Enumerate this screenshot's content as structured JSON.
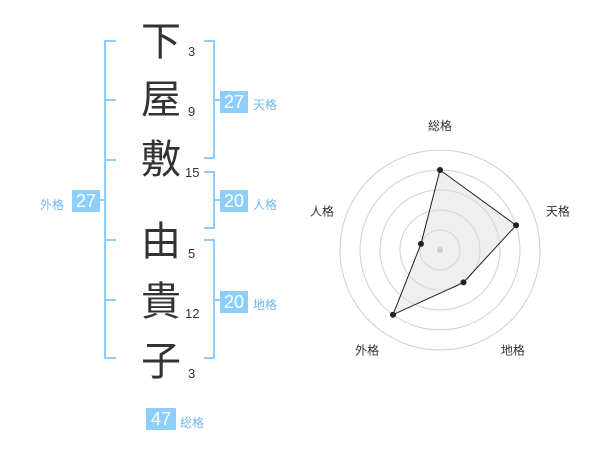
{
  "name": {
    "surname": [
      {
        "char": "下",
        "strokes": "3"
      },
      {
        "char": "屋",
        "strokes": "9"
      },
      {
        "char": "敷",
        "strokes": "15"
      }
    ],
    "given": [
      {
        "char": "由",
        "strokes": "5"
      },
      {
        "char": "貴",
        "strokes": "12"
      },
      {
        "char": "子",
        "strokes": "3"
      }
    ]
  },
  "fortune": {
    "tenkaku": {
      "value": "27",
      "label": "天格"
    },
    "jinkaku": {
      "value": "20",
      "label": "人格"
    },
    "chikaku": {
      "value": "20",
      "label": "地格"
    },
    "gaikaku": {
      "value": "27",
      "label": "外格"
    },
    "soukaku": {
      "value": "47",
      "label": "総格"
    }
  },
  "bracket_color": "#8dcffa",
  "badge_color": "#8dcffa",
  "radar": {
    "axes": [
      "総格",
      "天格",
      "地格",
      "外格",
      "人格"
    ],
    "levels": [
      4,
      4,
      2,
      4,
      1
    ],
    "max_level": 5
  }
}
